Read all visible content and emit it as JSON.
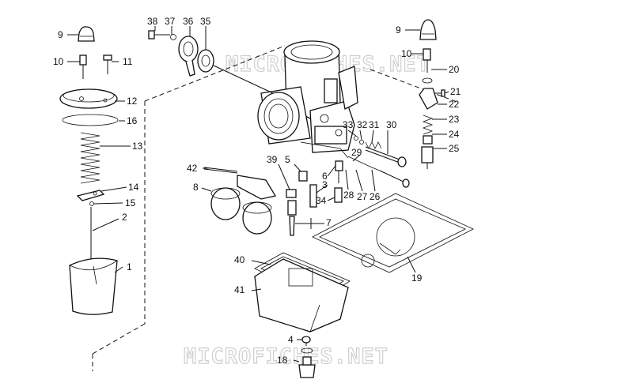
{
  "watermark": [
    "MICROFICHES.NET",
    "MICROFICHES.NET"
  ],
  "callouts": [
    "38",
    "37",
    "36",
    "35",
    "9",
    "10",
    "11",
    "12",
    "16",
    "13",
    "14",
    "15",
    "2",
    "1",
    "42",
    "8",
    "39",
    "5",
    "6",
    "3",
    "34",
    "7",
    "40",
    "41",
    "4",
    "18",
    "33",
    "32",
    "31",
    "30",
    "29",
    "28",
    "27",
    "26",
    "19",
    "20",
    "21",
    "22",
    "23",
    "24",
    "25"
  ]
}
